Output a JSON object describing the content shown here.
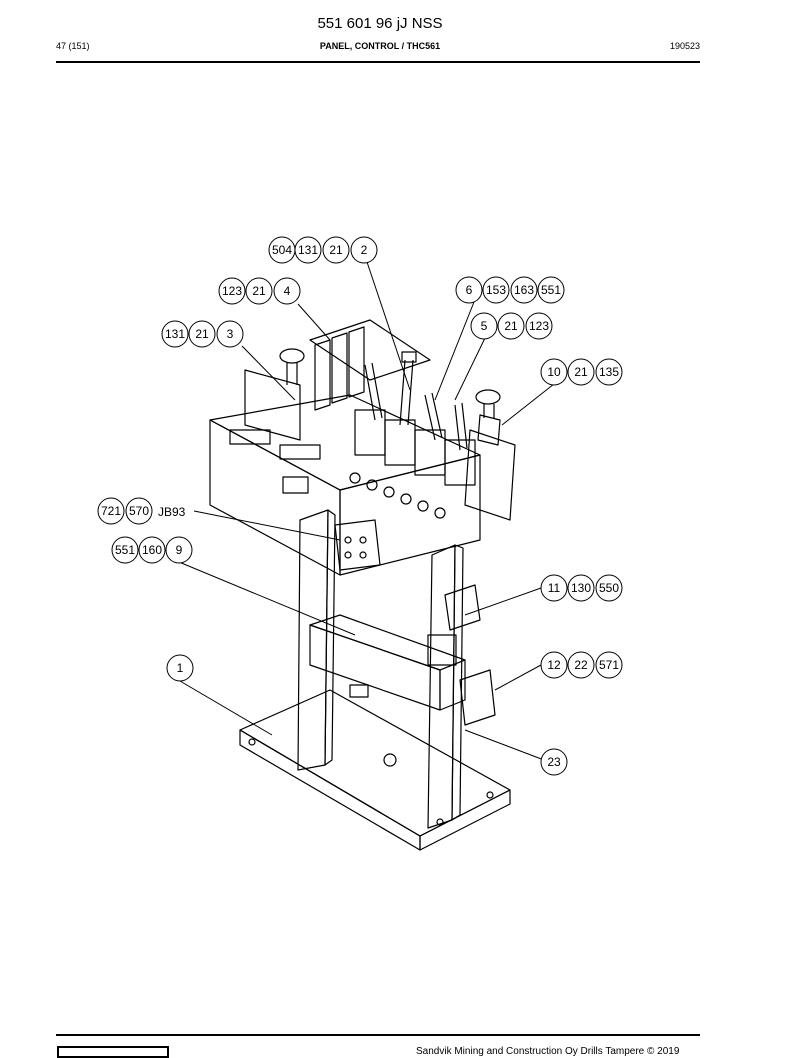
{
  "header": {
    "doc_number": "551 601 96 jJ NSS",
    "page": "47 (151)",
    "title": "PANEL, CONTROL / THC561",
    "date": "190523"
  },
  "callouts": {
    "c1": [
      "504",
      "131",
      "21",
      "2"
    ],
    "c2": [
      "123",
      "21",
      "4"
    ],
    "c3": [
      "6",
      "153",
      "163",
      "551"
    ],
    "c4": [
      "131",
      "21",
      "3"
    ],
    "c5": [
      "5",
      "21",
      "123"
    ],
    "c6": [
      "10",
      "21",
      "135"
    ],
    "c7": [
      "721",
      "570"
    ],
    "c8": [
      "551",
      "160",
      "9"
    ],
    "c9": [
      "11",
      "130",
      "550"
    ],
    "c10": [
      "1"
    ],
    "c11": [
      "12",
      "22",
      "571"
    ],
    "c12": [
      "23"
    ]
  },
  "jb_label": "JB93",
  "footer": {
    "text": "Sandvik Mining and Construction Oy Drills Tampere © 2019"
  }
}
